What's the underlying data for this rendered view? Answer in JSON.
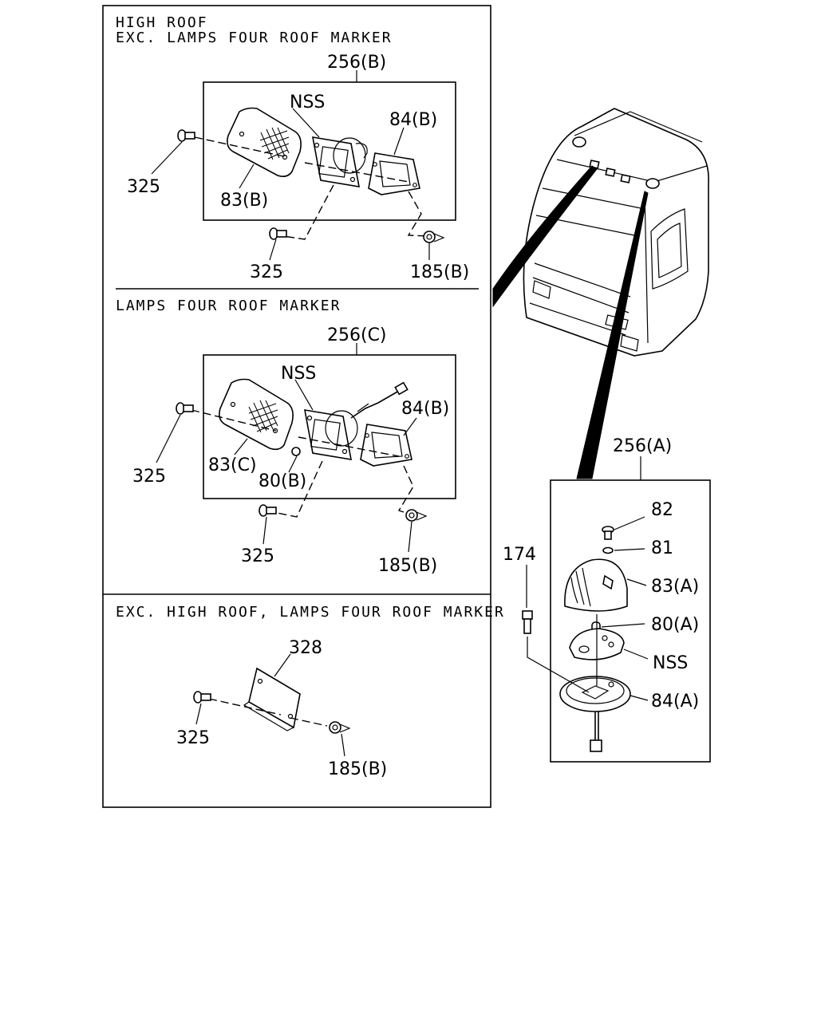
{
  "sections": {
    "top": {
      "title_line1": "HIGH ROOF",
      "title_line2": "EXC. LAMPS FOUR ROOF MARKER",
      "callouts": {
        "assembly": "256(B)",
        "nss": "NSS",
        "base": "84(B)",
        "screw_left": "325",
        "lens": "83(B)",
        "screw_bottom": "325",
        "nut": "185(B)"
      }
    },
    "middle": {
      "title": "LAMPS FOUR ROOF MARKER",
      "callouts": {
        "assembly": "256(C)",
        "nss": "NSS",
        "base": "84(B)",
        "screw_left": "325",
        "lens": "83(C)",
        "bulb": "80(B)",
        "screw_bottom": "325",
        "nut": "185(B)"
      }
    },
    "bottom": {
      "title": "EXC. HIGH ROOF, LAMPS FOUR ROOF MARKER",
      "callouts": {
        "plate": "328",
        "screw": "325",
        "nut": "185(B)"
      }
    },
    "detail": {
      "callouts": {
        "assembly": "256(A)",
        "screw": "82",
        "washer": "81",
        "lens": "83(A)",
        "bulb": "80(A)",
        "nss": "NSS",
        "base": "84(A)",
        "bolt": "174"
      }
    }
  }
}
